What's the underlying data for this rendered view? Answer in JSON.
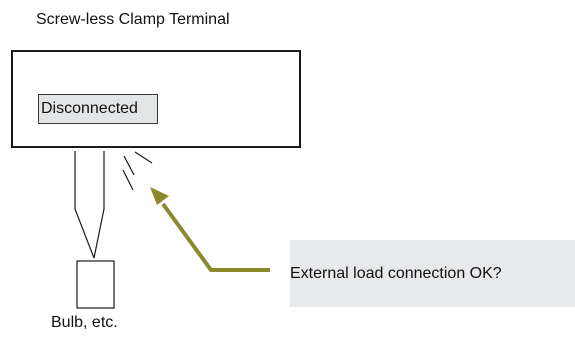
{
  "diagram": {
    "title": "Screw-less Clamp Terminal",
    "status_text": "Disconnected",
    "question_text": "External load connection OK?",
    "bulb_label": "Bulb, etc."
  },
  "colors": {
    "arrow": "#8b8a2b",
    "status_fill": "#e3e4e6",
    "question_fill": "#e8e9eb",
    "outline": "#1a1a1a"
  }
}
